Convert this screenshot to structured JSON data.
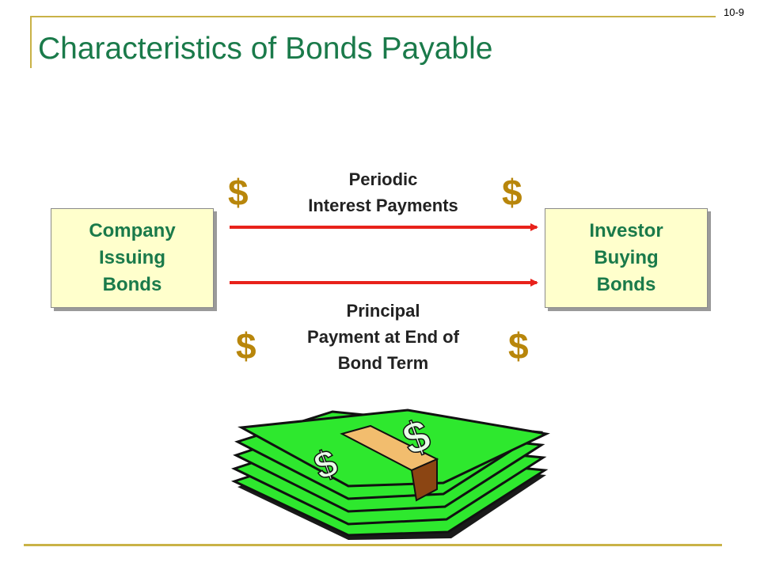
{
  "slide_number": "10-9",
  "title": "Characteristics of Bonds Payable",
  "company_box": {
    "lines": [
      "Company",
      "Issuing",
      "Bonds"
    ]
  },
  "investor_box": {
    "lines": [
      "Investor",
      "Buying",
      "Bonds"
    ]
  },
  "interest_label": {
    "lines": [
      "Periodic",
      "Interest Payments"
    ]
  },
  "principal_label": {
    "lines": [
      "Principal",
      "Payment at End of",
      "Bond Term"
    ]
  },
  "dollar_symbol": "$",
  "colors": {
    "title": "#1a7a4a",
    "box_fill": "#ffffcc",
    "box_text": "#1a7a4a",
    "arrow": "#e8221b",
    "dollar": "#b8860b",
    "frame": "#c9b247",
    "money": "#2ee82e",
    "band": "#f2bd6e"
  },
  "illustration": {
    "icon": "money-stack-icon"
  }
}
